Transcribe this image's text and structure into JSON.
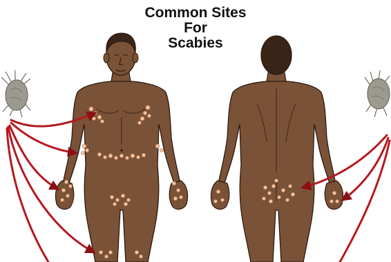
{
  "title_lines": [
    "Common Sites",
    "For",
    "Scabies"
  ],
  "colors": {
    "skin": "#7a5237",
    "skin_outline": "#2b1a10",
    "hair": "#3a2417",
    "lesion_fill": "#f1c7a4",
    "lesion_edge": "#c9825d",
    "arrow": "#b5181f",
    "arrow_dark": "#6e0d12",
    "mite_body": "#9c9a8e",
    "mite_legs": "#6d6b62",
    "title": "#111111"
  },
  "figures": [
    "front-view",
    "back-view"
  ],
  "mites": [
    "left-mite",
    "right-mite"
  ],
  "infection_sites": {
    "front": [
      "chest",
      "waist",
      "forearms",
      "hands",
      "groin",
      "inner-thighs"
    ],
    "back": [
      "buttocks",
      "hands"
    ]
  }
}
